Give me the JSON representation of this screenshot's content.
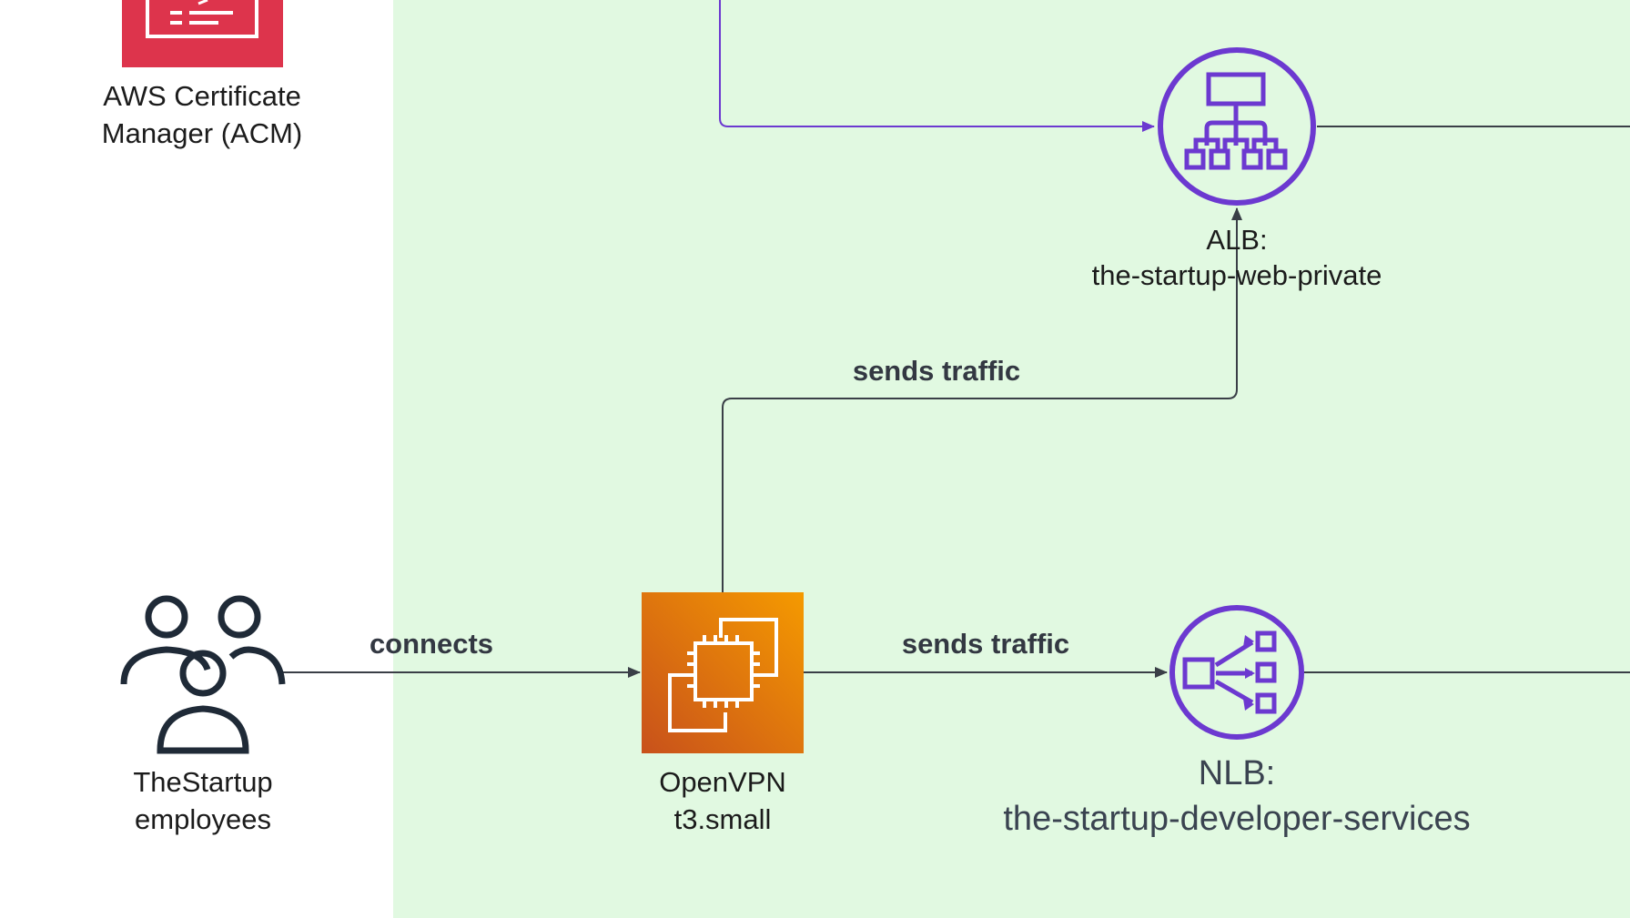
{
  "colors": {
    "vpc_background": "#e1f9e1",
    "purple": "#6c39d0",
    "connector": "#3a3f47",
    "acm_red": "#dd344c",
    "ec2_orange_top": "#f59a00",
    "ec2_orange_bottom": "#c8511b",
    "users_stroke": "#1f2a37"
  },
  "nodes": {
    "acm": {
      "icon": "certificate-icon",
      "line1": "AWS Certificate",
      "line2": "Manager (ACM)"
    },
    "alb": {
      "icon": "application-load-balancer-icon",
      "line1": "ALB:",
      "line2": "the-startup-web-private"
    },
    "users": {
      "icon": "users-icon",
      "line1": "TheStartup",
      "line2": "employees"
    },
    "openvpn": {
      "icon": "ec2-instance-icon",
      "line1": "OpenVPN",
      "line2": "t3.small"
    },
    "nlb": {
      "icon": "network-load-balancer-icon",
      "line1": "NLB:",
      "line2": "the-startup-developer-services"
    }
  },
  "edges": {
    "users_to_vpn": "connects",
    "vpn_to_alb": "sends traffic",
    "vpn_to_nlb": "sends traffic"
  }
}
